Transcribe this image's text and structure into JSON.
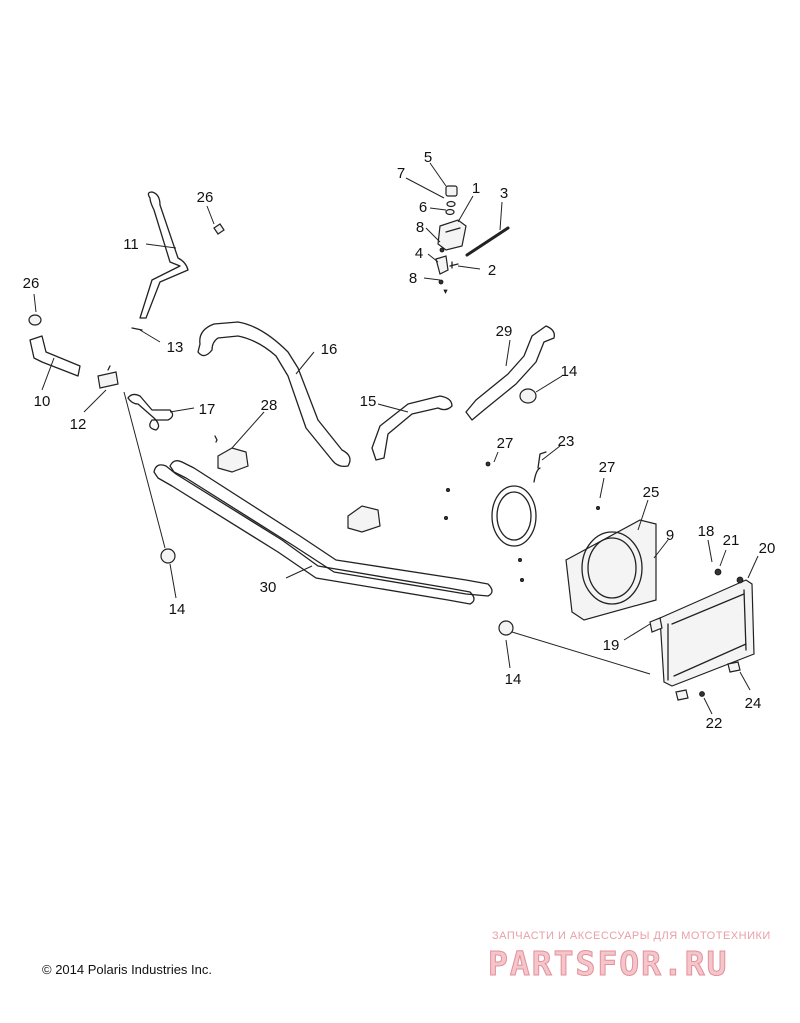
{
  "callouts": {
    "c1": "1",
    "c2": "2",
    "c3": "3",
    "c4": "4",
    "c5": "5",
    "c6": "6",
    "c7": "7",
    "c8a": "8",
    "c8b": "8",
    "c9": "9",
    "c10": "10",
    "c11": "11",
    "c12": "12",
    "c13": "13",
    "c14a": "14",
    "c14b": "14",
    "c14c": "14",
    "c15": "15",
    "c16": "16",
    "c17": "17",
    "c18": "18",
    "c19": "19",
    "c20": "20",
    "c21": "21",
    "c22": "22",
    "c23": "23",
    "c24": "24",
    "c25": "25",
    "c26a": "26",
    "c26b": "26",
    "c27a": "27",
    "c27b": "27",
    "c28": "28",
    "c29": "29",
    "c30": "30"
  },
  "footer": {
    "copyright": "© 2014 Polaris Industries Inc."
  },
  "watermark": {
    "tagline": "ЗАПЧАСТИ И АКСЕССУАРЫ ДЛЯ МОТОТЕХНИКИ",
    "logo": "PARTSFOR.RU"
  }
}
